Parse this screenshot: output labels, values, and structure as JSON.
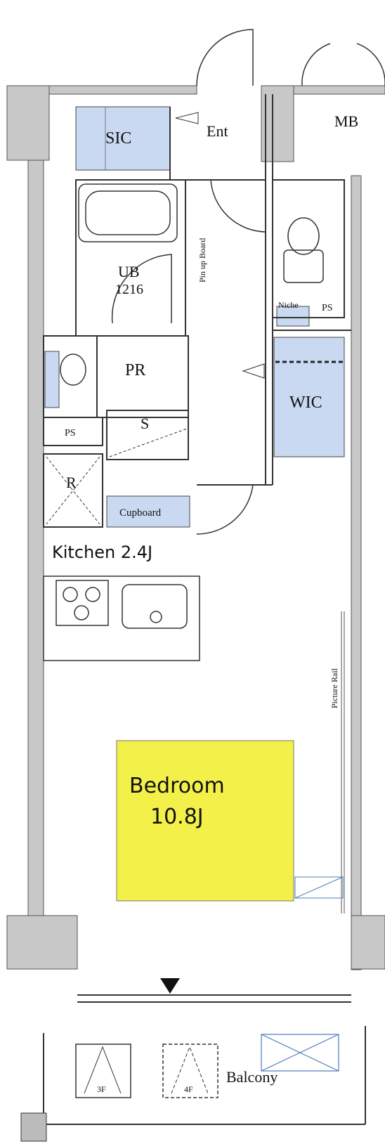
{
  "rooms": {
    "sic": "SIC",
    "entrance": "Ent",
    "mb": "MB",
    "ub_name": "UB",
    "ub_size": "1216",
    "pin_up_board": "Pin up Board",
    "niche": "Niche",
    "ps_toilet": "PS",
    "pr": "PR",
    "wic": "WIC",
    "ps_left": "PS",
    "s": "S",
    "r": "R",
    "cupboard": "Cupboard",
    "kitchen": "Kitchen 2.4J",
    "picture_rail": "Picture Rail",
    "bedroom_name": "Bedroom",
    "bedroom_size": "10.8J",
    "balcony": "Balcony",
    "hatch_3f": "3F",
    "hatch_4f": "4F"
  },
  "colors": {
    "wall": "#c8c8c8",
    "storage": "#c9d9f1",
    "bedroom_highlight": "#f3f04a",
    "line": "#222222"
  }
}
